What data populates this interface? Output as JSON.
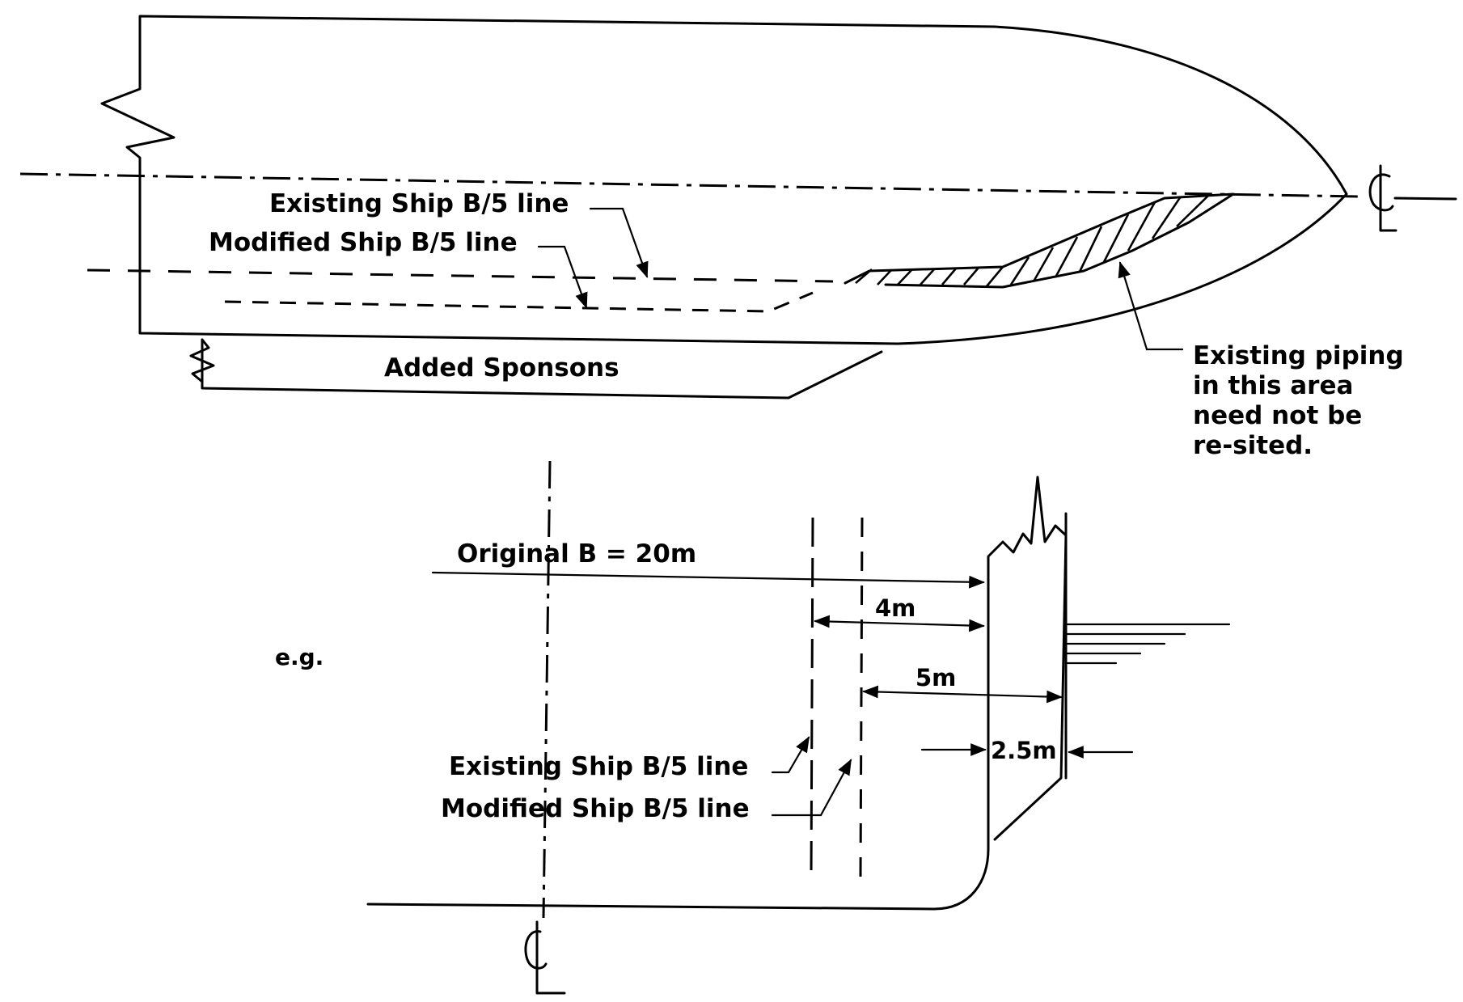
{
  "plan_view": {
    "existing_label": "Existing Ship  B/5 line",
    "modified_label": "Modified Ship  B/5 line",
    "sponsons_label": "Added Sponsons",
    "piping_lines": [
      "Existing piping",
      "in this area",
      "need not be",
      "re-sited."
    ],
    "centreline_symbol": "CL"
  },
  "section_view": {
    "eg_label": "e.g.",
    "original_b_label": "Original B = 20m",
    "dim_4m": "4m",
    "dim_5m": "5m",
    "dim_2_5m": "2.5m",
    "existing_label": "Existing Ship  B/5 line",
    "modified_label": "Modified Ship  B/5 line",
    "centreline_symbol": "CL"
  }
}
